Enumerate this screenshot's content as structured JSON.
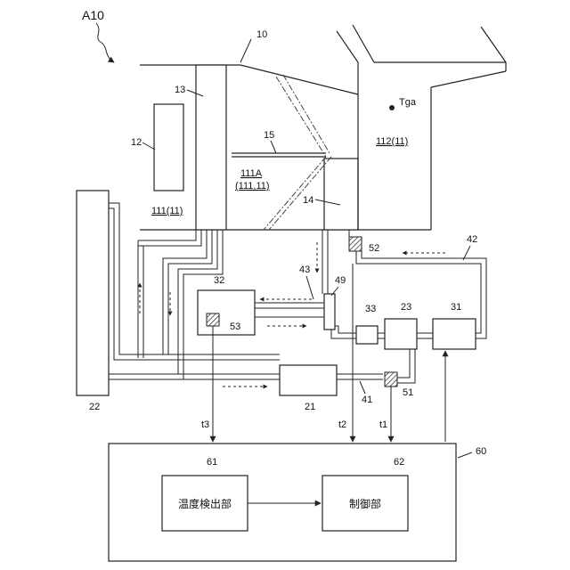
{
  "figure": {
    "ref": "A10",
    "labels": {
      "n10": "10",
      "n12": "12",
      "n13": "13",
      "n14": "14",
      "n15": "15",
      "n111_11": "111(11)",
      "n111A": "111A",
      "n111A_sub": "(111,11)",
      "n112_11": "112(11)",
      "tga": "Tga",
      "n21": "21",
      "n22": "22",
      "n23": "23",
      "n31": "31",
      "n32": "32",
      "n33": "33",
      "n41": "41",
      "n42": "42",
      "n43": "43",
      "n49": "49",
      "n51": "51",
      "n52": "52",
      "n53": "53",
      "n60": "60",
      "n61": "61",
      "n62": "62",
      "t1": "t1",
      "t2": "t2",
      "t3": "t3"
    },
    "blocks": {
      "temp_detector": "温度検出部",
      "controller": "制御部"
    }
  }
}
